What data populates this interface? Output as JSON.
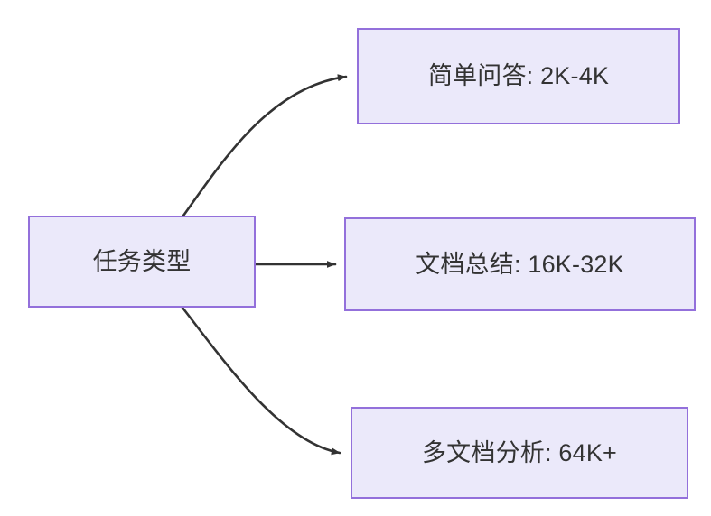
{
  "diagram": {
    "type": "flowchart",
    "direction": "left-to-right",
    "background_color": "#ffffff",
    "node_fill_color": "#ebe9fa",
    "node_border_color": "#9370db",
    "node_text_color": "#333333",
    "edge_color": "#333333",
    "nodes": [
      {
        "id": "root",
        "label": "任务类型",
        "role": "source"
      },
      {
        "id": "simple-qa",
        "label": "简单问答: 2K-4K",
        "role": "target"
      },
      {
        "id": "doc-summary",
        "label": "文档总结: 16K-32K",
        "role": "target"
      },
      {
        "id": "multi-doc",
        "label": "多文档分析: 64K+",
        "role": "target"
      }
    ],
    "edges": [
      {
        "from": "root",
        "to": "simple-qa",
        "shape": "curve",
        "arrowhead": "solid-triangle"
      },
      {
        "from": "root",
        "to": "doc-summary",
        "shape": "straight",
        "arrowhead": "solid-triangle"
      },
      {
        "from": "root",
        "to": "multi-doc",
        "shape": "curve",
        "arrowhead": "solid-triangle"
      }
    ]
  }
}
